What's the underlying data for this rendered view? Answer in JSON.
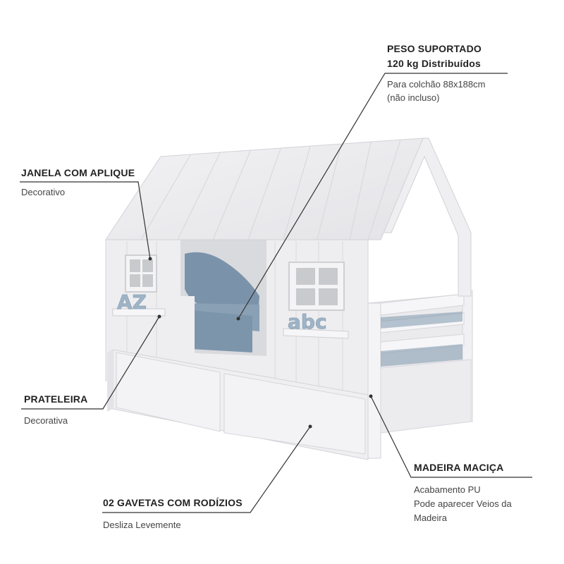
{
  "callouts": {
    "peso": {
      "title": "PESO SUPORTADO",
      "line1": "120 kg Distribuídos",
      "line2": "Para colchão 88x188cm",
      "line3": "(não incluso)"
    },
    "janela": {
      "title": "JANELA COM APLIQUE",
      "desc": "Decorativo"
    },
    "prateleira": {
      "title": "PRATELEIRA",
      "desc": "Decorativa"
    },
    "gavetas": {
      "title": "02 GAVETAS COM RODÍZIOS",
      "desc": "Desliza Levemente"
    },
    "madeira": {
      "title": "MADEIRA MACIÇA",
      "line1": "Acabamento PU",
      "line2": "Pode aparecer Veios da",
      "line3": "Madeira"
    }
  },
  "appliques": {
    "left_letters": "AZ",
    "right_letters": "abc"
  },
  "colors": {
    "bed_white": "#eeeef0",
    "shadow": "#d4d5da",
    "mattress_blue": "#7d95ab",
    "letter_blue": "#9fb4c6",
    "line": "#333333"
  }
}
